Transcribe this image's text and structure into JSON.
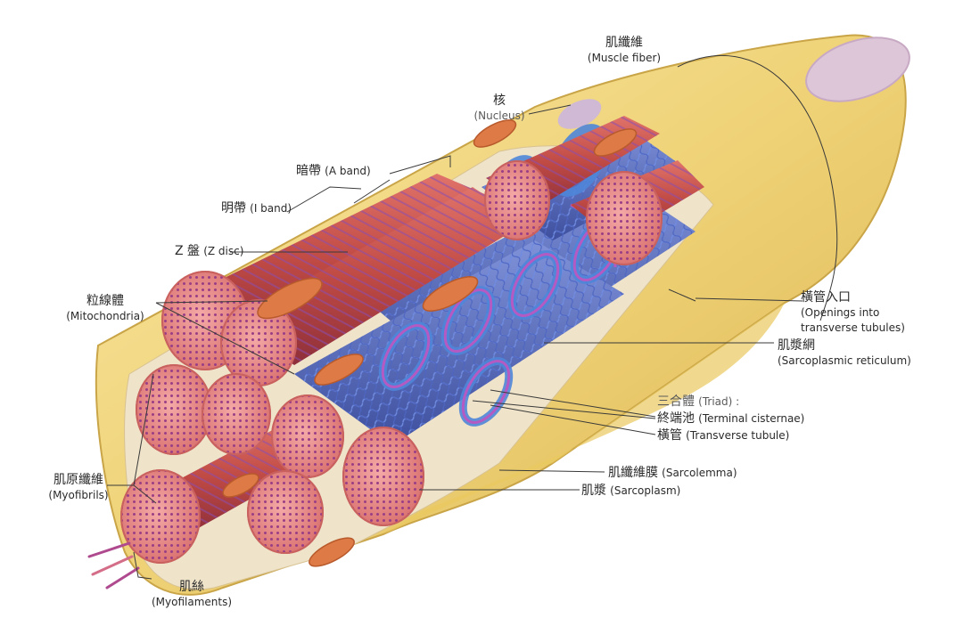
{
  "labels": {
    "muscle_fiber": {
      "zh": "肌纖維",
      "en": "(Muscle fiber)"
    },
    "nucleus": {
      "zh": "核",
      "en": "(Nucleus)"
    },
    "a_band": {
      "zh": "暗帶",
      "en": "(A band)"
    },
    "i_band": {
      "zh": "明帶",
      "en": "(I band)"
    },
    "z_disc": {
      "zh": "Z 盤",
      "en": "(Z disc)"
    },
    "mitochondria": {
      "zh": "粒線體",
      "en": "(Mitochondria)"
    },
    "t_openings": {
      "zh": "橫管入口",
      "en": "(Openings into",
      "en2": "transverse tubules)"
    },
    "sarcoplasmic_reticulum": {
      "zh": "肌漿網",
      "en": "(Sarcoplasmic reticulum)"
    },
    "triad": {
      "zh": "三合體",
      "en": "(Triad) :"
    },
    "terminal_cisternae": {
      "zh": "終端池",
      "en": "(Terminal cisternae)"
    },
    "transverse_tubule": {
      "zh": "橫管",
      "en": "(Transverse tubule)"
    },
    "sarcolemma": {
      "zh": "肌纖維膜",
      "en": "(Sarcolemma)"
    },
    "sarcoplasm": {
      "zh": "肌漿",
      "en": "(Sarcoplasm)"
    },
    "myofibrils": {
      "zh": "肌原纖維",
      "en": "(Myofibrils)"
    },
    "myofilaments": {
      "zh": "肌絲",
      "en": "(Myofilaments)"
    }
  },
  "colors": {
    "sarcolemma": "#f1d779",
    "myofibril": "#c24d45",
    "myofibril_end": "#e68e8a",
    "reticulum": "#3f68b8",
    "tubule": "#5b8fd6",
    "mitochondria": "#de7a45",
    "stripe": "#8a4fb0"
  }
}
